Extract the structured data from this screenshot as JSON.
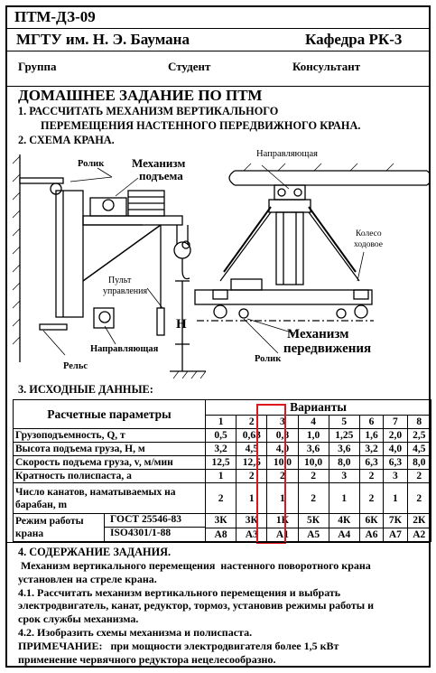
{
  "header": {
    "code": "ПТМ-ДЗ-09",
    "university": "МГТУ им. Н. Э. Баумана",
    "department": "Кафедра РК-3",
    "group_label": "Группа",
    "student_label": "Студент",
    "consultant_label": "Консультант"
  },
  "title": "ДОМАШНЕЕ ЗАДАНИЕ ПО ПТМ",
  "task1": [
    "1. РАССЧИТАТЬ МЕХАНИЗМ ВЕРТИКАЛЬНОГО",
    "ПЕРЕМЕЩЕНИЯ НАСТЕННОГО   ПЕРЕДВИЖНОГО КРАНА."
  ],
  "task2": "2. СХЕМА КРАНА.",
  "scheme": {
    "roller_top": "Ролик",
    "hoist_mech": [
      "Механизм",
      "подъема"
    ],
    "control_panel": [
      "Пульт",
      "управления"
    ],
    "guide_bottom": "Направляющая",
    "rail": "Рельс",
    "h_label": "H",
    "guide_top": "Направляющая",
    "wheel": [
      "Колесо",
      "ходовое"
    ],
    "travel_mech": [
      "Механизм",
      "передвижения"
    ],
    "roller_bottom": "Ролик"
  },
  "task3": "3. ИСХОДНЫЕ ДАННЫЕ:",
  "table": {
    "params_header": "Расчетные параметры",
    "variants_header": "Варианты",
    "variants": [
      "1",
      "2",
      "3",
      "4",
      "5",
      "6",
      "7",
      "8"
    ],
    "rows": [
      {
        "label": "Грузоподъемность, Q, т",
        "values": [
          "0,5",
          "0,63",
          "0,8",
          "1,0",
          "1,25",
          "1,6",
          "2,0",
          "2,5"
        ]
      },
      {
        "label": "Высота подъема груза, H, м",
        "values": [
          "3,2",
          "4,5",
          "4,0",
          "3,6",
          "3,6",
          "3,2",
          "4,0",
          "4,5"
        ]
      },
      {
        "label": "Скорость подъема груза, v, м/мин",
        "values": [
          "12,5",
          "12,5",
          "10,0",
          "10,0",
          "8,0",
          "6,3",
          "6,3",
          "8,0"
        ]
      },
      {
        "label": "Кратность полиспаста, a",
        "values": [
          "1",
          "2",
          "2",
          "2",
          "3",
          "2",
          "3",
          "2"
        ]
      },
      {
        "label": "Число канатов, наматываемых на барабан, m",
        "values": [
          "2",
          "1",
          "1",
          "2",
          "1",
          "2",
          "1",
          "2"
        ]
      }
    ],
    "mode_label": "Режим работы крана",
    "mode_std1": "ГОСТ 25546-83",
    "mode_std2": "ISO4301/1-88",
    "mode_gost": [
      "3К",
      "3К",
      "1К",
      "5К",
      "4К",
      "6К",
      "7К",
      "2К"
    ],
    "mode_iso": [
      "А8",
      "А3",
      "А1",
      "А5",
      "А4",
      "А6",
      "А7",
      "А2"
    ],
    "highlight_color": "#e0141c"
  },
  "task4": {
    "title": "4. СОДЕРЖАНИЕ ЗАДАНИЯ.",
    "lines": [
      " Механизм вертикального перемещения  настенного поворотного крана",
      "установлен на стреле крана.",
      "4.1. Рассчитать механизм вертикального перемещения и выбрать",
      "электродвигатель, канат, редуктор, тормоз, установив режимы работы и",
      "срок службы механизма.",
      "4.2. Изобразить схемы механизма и полиспаста.",
      "ПРИМЕЧАНИЕ:   при мощности электродвигателя более 1,5 кВт",
      "применение червячного редуктора нецелесообразно."
    ]
  }
}
